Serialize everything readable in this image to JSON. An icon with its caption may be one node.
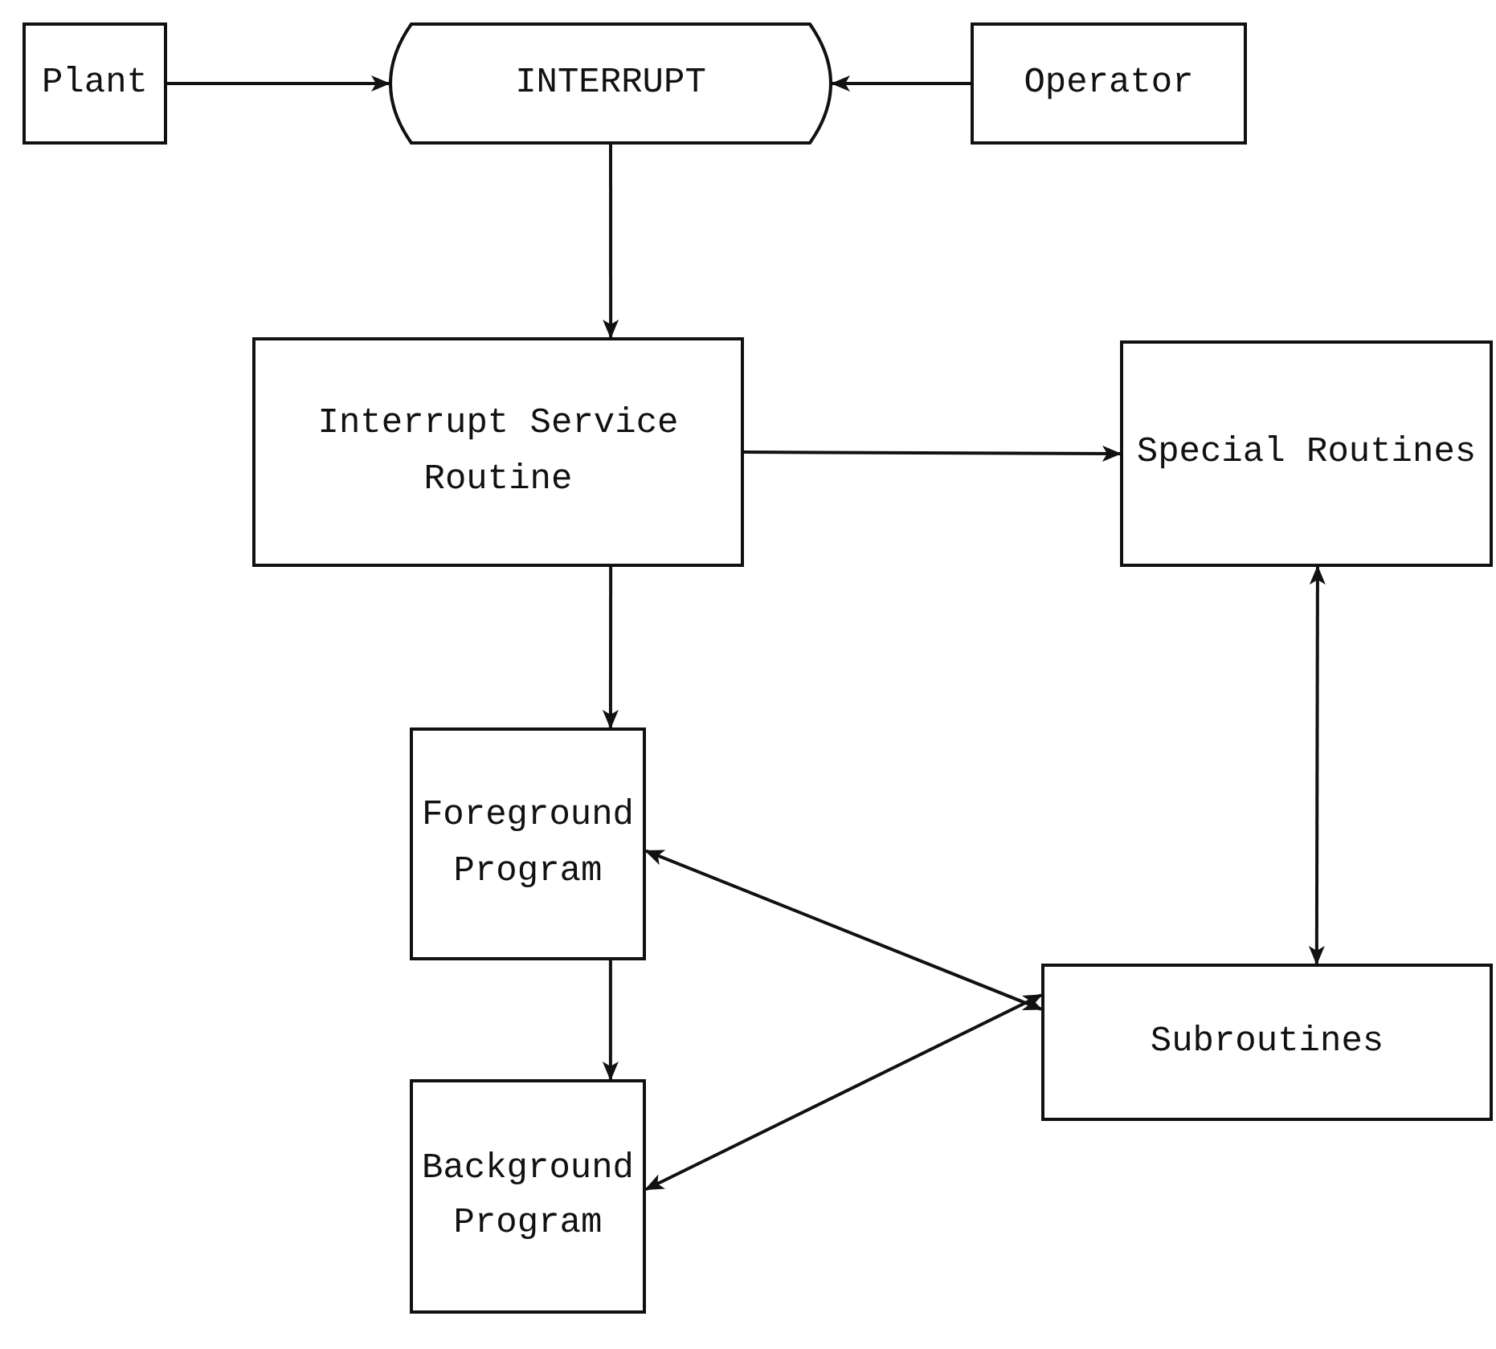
{
  "diagram": {
    "nodes": [
      {
        "text": [
          "Plant"
        ]
      },
      {
        "text": [
          "INTERRUPT"
        ]
      },
      {
        "text": [
          "Operator"
        ]
      },
      {
        "text": [
          "Interrupt Service Routine"
        ]
      },
      {
        "text": [
          "Special Routines"
        ]
      },
      {
        "text": [
          "Foreground Program"
        ]
      },
      {
        "text": [
          "Subroutines"
        ]
      },
      {
        "text": [
          "Background Program"
        ]
      }
    ],
    "edges": [
      {
        "from": 0,
        "to": 1,
        "arrow": "to"
      },
      {
        "from": 2,
        "to": 1,
        "arrow": "to"
      },
      {
        "from": 1,
        "to": 3,
        "arrow": "to"
      },
      {
        "from": 3,
        "to": 4,
        "arrow": "to"
      },
      {
        "from": 3,
        "to": 5,
        "arrow": "to"
      },
      {
        "from": 4,
        "to": 6,
        "arrow": "both"
      },
      {
        "from": 5,
        "to": 6,
        "arrow": "both"
      },
      {
        "from": 5,
        "to": 7,
        "arrow": "to"
      },
      {
        "from": 7,
        "to": 6,
        "arrow": "both"
      }
    ]
  }
}
